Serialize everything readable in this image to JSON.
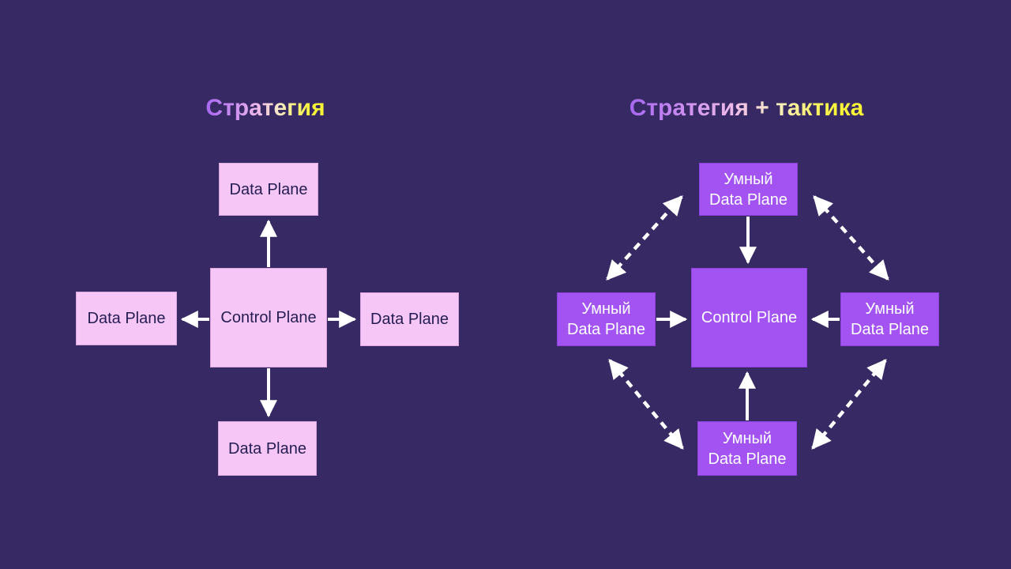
{
  "slide": {
    "background_color": "#372963"
  },
  "colors": {
    "background": "#372963",
    "arrow": "#ffffff",
    "pink_node_fill": "#f6c6f7",
    "pink_node_text": "#241d52",
    "purple_node_fill": "#a253f2",
    "purple_node_text": "#ffffff",
    "title_gradient": [
      "#a568f0",
      "#efbce9",
      "#f7ecc4",
      "#f8f539"
    ]
  },
  "left_diagram": {
    "title": "Стратегия",
    "center_node": {
      "label": "Control Plane"
    },
    "nodes": {
      "top": {
        "label": "Data Plane"
      },
      "left": {
        "label": "Data Plane"
      },
      "right": {
        "label": "Data Plane"
      },
      "bottom": {
        "label": "Data Plane"
      }
    },
    "arrow_style": "solid",
    "arrow_direction": "from Control Plane outward to each Data Plane"
  },
  "right_diagram": {
    "title": "Стратегия + тактика",
    "center_node": {
      "label": "Control Plane"
    },
    "nodes": {
      "top": {
        "label": "Умный\nData Plane"
      },
      "left": {
        "label": "Умный\nData Plane"
      },
      "right": {
        "label": "Умный\nData Plane"
      },
      "bottom": {
        "label": "Умный\nData Plane"
      }
    },
    "solid_arrow_direction": "from each Умный Data Plane inward to Control Plane",
    "dashed_arrows": "double-headed dashed arrows between adjacent Умный Data Planes forming a diamond"
  }
}
